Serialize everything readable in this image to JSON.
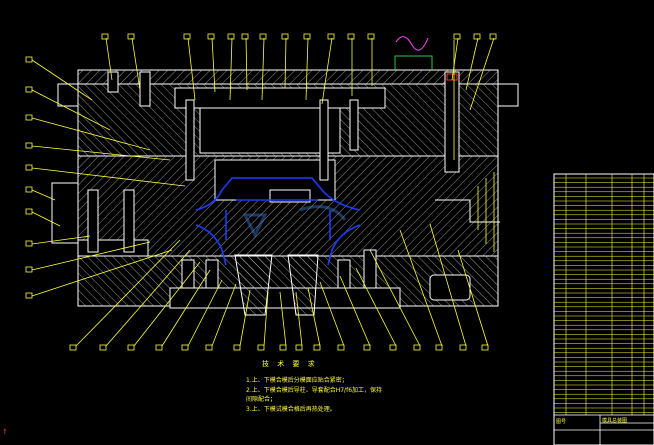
{
  "drawing": {
    "background": "#000000",
    "colors": {
      "outline": "#ffffff",
      "hatch": "#e8e8e8",
      "leader": "#ffff33",
      "part": "#1a3cff",
      "dim": "#ffff33",
      "red": "#ff3333",
      "green": "#22cc44",
      "magenta": "#ff44ff",
      "frame": "#00e5ff"
    }
  },
  "tech_requirements": {
    "title": "技 术 要 求",
    "lines": [
      "1.上、下模合模后分模面应贴合紧密；",
      "2.上、下模合模后导柱、导套配合H7/f6加工，保持",
      "   间隙配合；",
      "3.上、下模试模合格后再热处理。"
    ]
  },
  "title_block": {
    "drawing_title": "模具总装图",
    "label_small": "图号"
  }
}
